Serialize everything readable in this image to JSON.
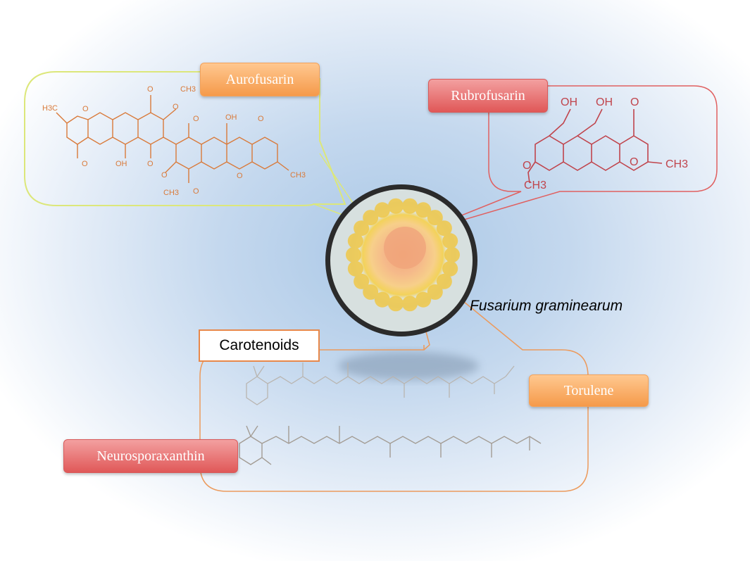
{
  "organism": {
    "name": "Fusarium graminearum"
  },
  "pigments": {
    "aurofusarin": "Aurofusarin",
    "rubrofusarin": "Rubrofusarin",
    "carotenoids": "Carotenoids",
    "torulene": "Torulene",
    "neurosporaxanthin": "Neurosporaxanthin"
  },
  "atoms": {
    "h3c": "H3C",
    "ch3": "CH3",
    "o": "O",
    "oh": "OH"
  },
  "colors": {
    "aurofusarin_structure": "#d97a3a",
    "rubrofusarin_structure": "#c0444c",
    "carotenoid_structure": "#b9b5b0",
    "aurofusarin_frame": "#dce77a",
    "rubrofusarin_frame": "#e06060",
    "carotenoid_frame": "#ec9a5c"
  }
}
